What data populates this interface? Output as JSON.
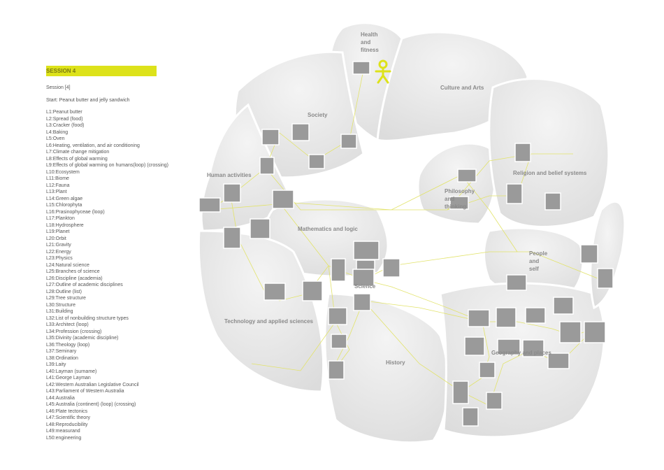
{
  "sidebar": {
    "title": "SESSION 4",
    "session": "Session [4]",
    "start": "Start: Peanut butter and jelly sandwich",
    "levels": [
      "L1:Peanut butter",
      "L2:Spread (food)",
      "L3:Cracker (food)",
      "L4:Baking",
      "L5:Oven",
      "L6:Heating, ventilation, and air conditioning",
      "L7:Climate change mitigation",
      "L8:Effects of global warming",
      "L9:Effects of global warming on humans(loop) (crossing)",
      "L10:Ecosystem",
      "L11:Biome",
      "L12:Fauna",
      "L13:Plant",
      "L14:Green algae",
      "L15:Chlorophyta",
      "L16:Prasinophyceae (loop)",
      "L17:Plankton",
      "L18:Hydrosphere",
      "L19:Planet",
      "L20:Orbit",
      "L21:Gravity",
      "L22:Energy",
      "L23:Physics",
      "L24:Natural science",
      "L25:Branches of science",
      "L26:Discipline (academia)",
      "L27:Outline of academic disciplines",
      "L28:Outline (list)",
      "L29:Tree structure",
      "L30:Structure",
      "L31:Building",
      "L32:List of nonbuilding structure types",
      "L33:Architect (loop)",
      "L34:Profession (crossing)",
      "L35:Divinity (academic discipline)",
      "L36:Theology (loop)",
      "L37:Seminary",
      "L38:Ordination",
      "L39:Laity",
      "L40:Layman (surname)",
      "L41:George Layman",
      "L42:Western Australian Legislative Council",
      "L43:Parliament of Western Australia",
      "L44:Australia",
      "L45:Australia (continent) (loop) (crossing)",
      "L46:Plate tectonics",
      "L47:Scientific theory",
      "L48:Reproducibility",
      "L49:measurand",
      "L50:engineering"
    ]
  },
  "map": {
    "categories": {
      "health": [
        "Health",
        "and",
        "fitness"
      ],
      "culture": "Culture and Arts",
      "society": "Society",
      "human": "Human activities",
      "philosophy": [
        "Philosophy",
        "and",
        "thinking"
      ],
      "religion": "Religion and belief systems",
      "math": "Mathematics and logic",
      "people": [
        "People",
        "and",
        "self"
      ],
      "science": "Science",
      "tech": "Technology and applied sciences",
      "geography": "Geography and places",
      "history": "History"
    },
    "colors": {
      "accent": "#dde21a",
      "link": "#e2e36a",
      "petal": "#e6e6e6"
    }
  }
}
